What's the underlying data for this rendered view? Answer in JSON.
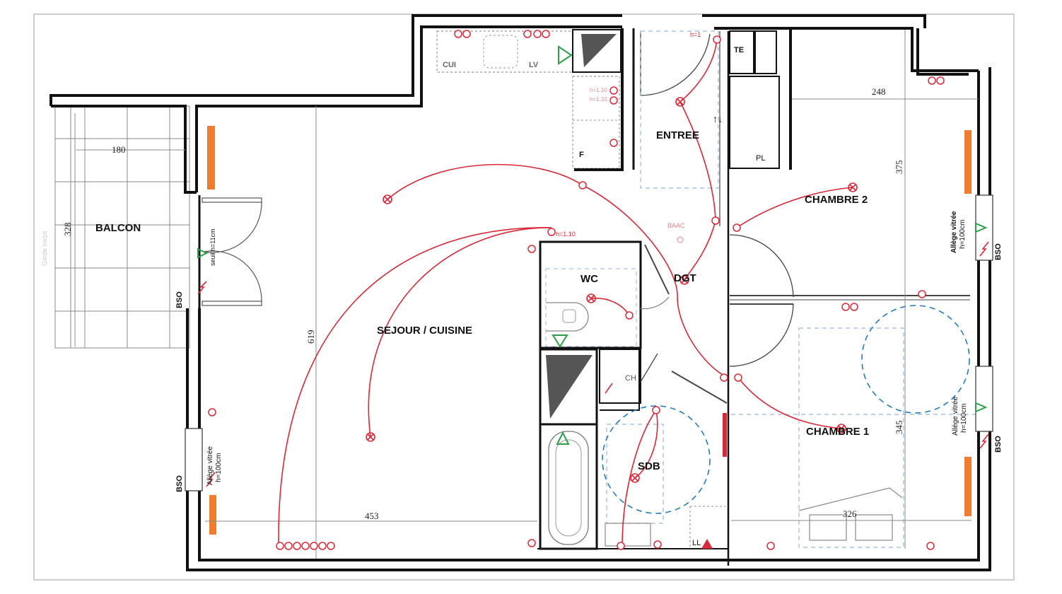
{
  "plan": {
    "type": "apartment floor plan with electrical layout",
    "rooms": [
      {
        "id": "balcon",
        "label": "BALCON"
      },
      {
        "id": "sejour",
        "label": "SEJOUR / CUISINE"
      },
      {
        "id": "entree",
        "label": "ENTREE"
      },
      {
        "id": "chambre2",
        "label": "CHAMBRE 2"
      },
      {
        "id": "chambre1",
        "label": "CHAMBRE 1"
      },
      {
        "id": "wc",
        "label": "WC"
      },
      {
        "id": "dgt",
        "label": "DGT"
      },
      {
        "id": "sdb",
        "label": "SDB"
      }
    ],
    "fixtures": {
      "cui": "CUI",
      "lv": "LV",
      "f": "F",
      "te": "TE",
      "pl": "PL",
      "ch": "CH",
      "ll": "LL",
      "baac": "BAAC",
      "stairs_arrows": "↑↓"
    },
    "dimensions": {
      "balcon_width": "180",
      "balcon_depth": "328",
      "sejour_depth": "619",
      "sejour_width": "453",
      "chambre2_width": "248",
      "chambre2_depth": "375",
      "chambre1_depth": "345",
      "chambre1_width": "326"
    },
    "window_notes": {
      "bso": "BSO",
      "allege_line1": "Allège vitrée",
      "allege_line2": "h=100cm",
      "seuil": "seuil h=11cm",
      "garde_corps": "Garde corps"
    },
    "heights": {
      "h110": "h=1.10",
      "h1": "h=1"
    },
    "colors": {
      "wall": "#111111",
      "electrical": "#d8293a",
      "radiator": "#ef7d2d",
      "ventilation": "#2f9e4a",
      "clearance": "#2a7ab8",
      "furniture": "#8a8a8a"
    }
  }
}
